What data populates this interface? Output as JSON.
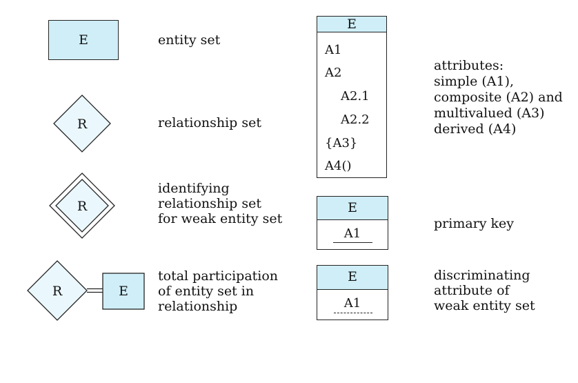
{
  "rows": {
    "entity_set": {
      "symbol": "E",
      "label": "entity set"
    },
    "relationship_set": {
      "symbol": "R",
      "label": "relationship set"
    },
    "identifying": {
      "symbol": "R",
      "lines": [
        "identifying",
        "relationship set",
        "for weak entity set"
      ]
    },
    "total_participation": {
      "rel_symbol": "R",
      "entity_symbol": "E",
      "lines": [
        "total participation",
        "of entity set in",
        "relationship"
      ]
    }
  },
  "attributes": {
    "entity": "E",
    "items": [
      "A1",
      "A2",
      "A2.1",
      "A2.2",
      "{A3}",
      "A4()"
    ],
    "lines": [
      "attributes:",
      "simple (A1),",
      "composite (A2) and",
      "multivalued (A3)",
      "derived (A4)"
    ]
  },
  "primary_key": {
    "entity": "E",
    "attr": "A1",
    "label": "primary key"
  },
  "discriminator": {
    "entity": "E",
    "attr": "A1",
    "lines": [
      "discriminating",
      "attribute of",
      "weak entity set"
    ]
  },
  "colors": {
    "entity_fill": "#cfeef8",
    "relationship_fill": "#eaf7fd",
    "stroke": "#222222"
  }
}
